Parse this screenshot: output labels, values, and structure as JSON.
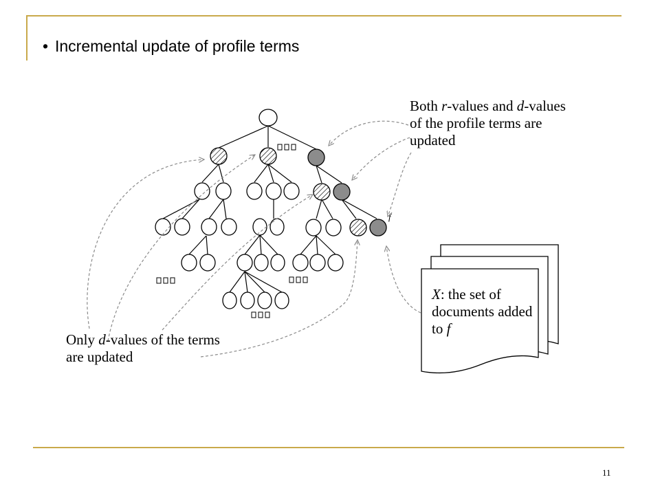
{
  "slide": {
    "bullet": "•",
    "title": "Incremental update of profile terms",
    "page_number": "11"
  },
  "annotations": {
    "both_updated": "Both r-values and d-values of the profile terms are updated",
    "only_d_updated": "Only d-values of the terms are updated",
    "doc_label": "X: the set of documents added to f",
    "node_f_label": "f"
  },
  "legend_colors": {
    "updated_both": "#8c8c8c",
    "updated_d_only": "hatched",
    "accent_rule": "#c9a94a",
    "arrow": "#8a8a8a"
  }
}
